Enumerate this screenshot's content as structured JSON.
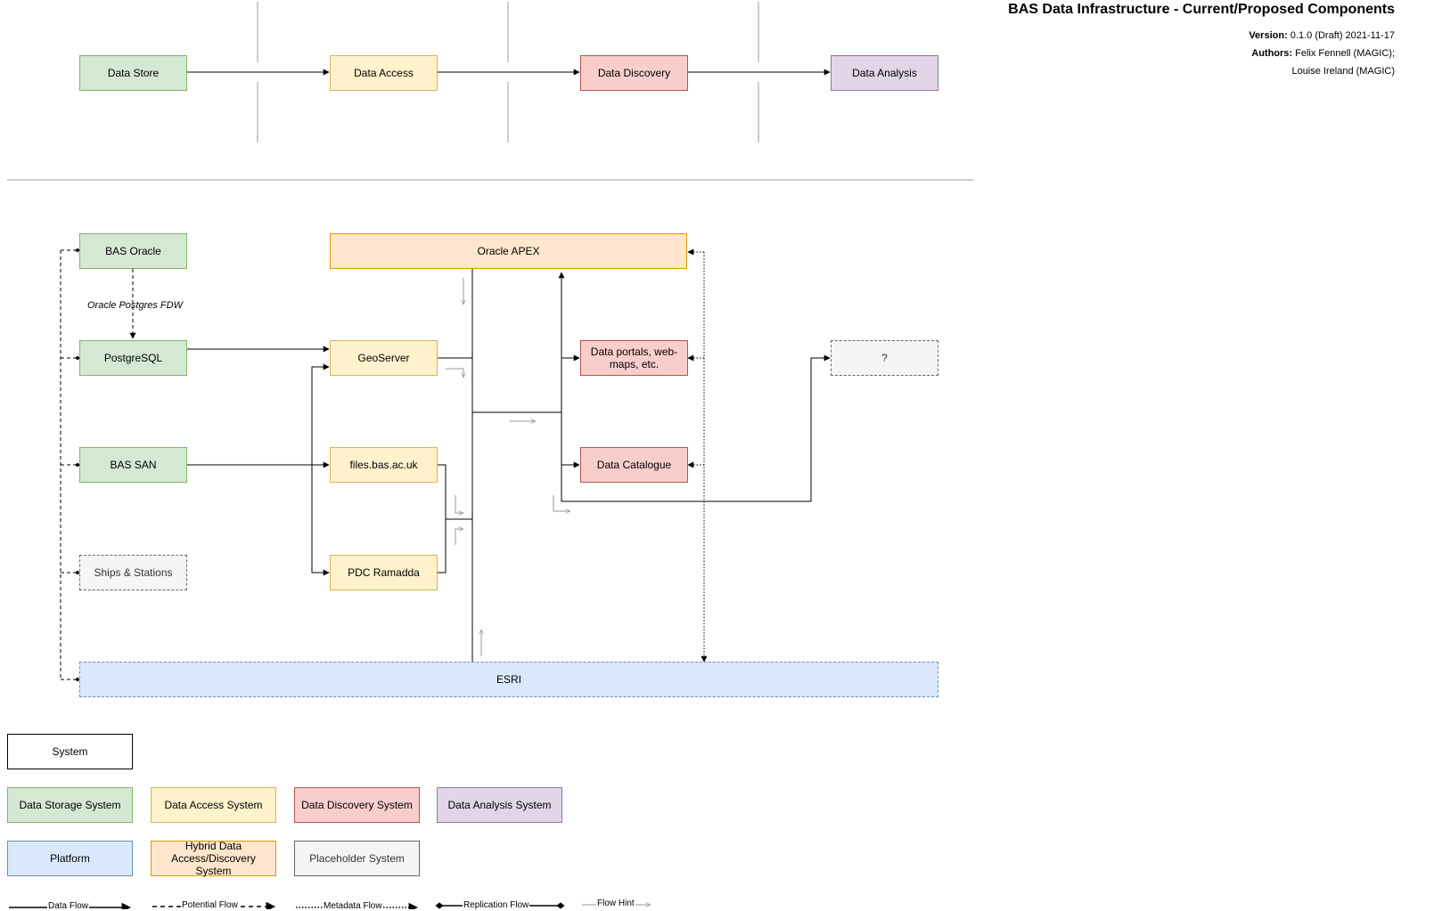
{
  "header": {
    "title": "BAS Data Infrastructure - Current/Proposed Components",
    "version_label": "Version:",
    "version_value": "0.1.0 (Draft) 2021-11-17",
    "authors_label": "Authors:",
    "authors_line1": "Felix Fennell (MAGIC);",
    "authors_line2": "Louise Ireland (MAGIC)"
  },
  "stages": {
    "store": "Data Store",
    "access": "Data Access",
    "discovery": "Data Discovery",
    "analysis": "Data Analysis"
  },
  "components": {
    "bas_oracle": "BAS Oracle",
    "oracle_apex": "Oracle APEX",
    "fdw_label": "Oracle Postgres FDW",
    "postgresql": "PostgreSQL",
    "geoserver": "GeoServer",
    "data_portals": "Data portals, web-maps, etc.",
    "unknown": "?",
    "bas_san": "BAS SAN",
    "files": "files.bas.ac.uk",
    "data_catalogue": "Data Catalogue",
    "ships": "Ships & Stations",
    "pdc_ramadda": "PDC Ramadda",
    "esri": "ESRI"
  },
  "legend": {
    "system": "System",
    "storage": "Data Storage System",
    "access": "Data Access System",
    "discovery": "Data Discovery System",
    "analysis": "Data Analysis System",
    "platform": "Platform",
    "hybrid": "Hybrid Data Access/Discovery System",
    "placeholder": "Placeholder System",
    "data_flow": "Data Flow",
    "potential_flow": "Potential Flow",
    "metadata_flow": "Metadata Flow",
    "replication_flow": "Replication Flow",
    "flow_hint": "Flow Hint"
  },
  "colors": {
    "storage_fill": "#d5e8d4",
    "access_fill": "#fff2cc",
    "discovery_fill": "#f8cecc",
    "analysis_fill": "#e1d5e7",
    "platform_fill": "#dae8fc",
    "hybrid_fill": "#ffe6cc",
    "placeholder_fill": "#f5f5f5"
  }
}
